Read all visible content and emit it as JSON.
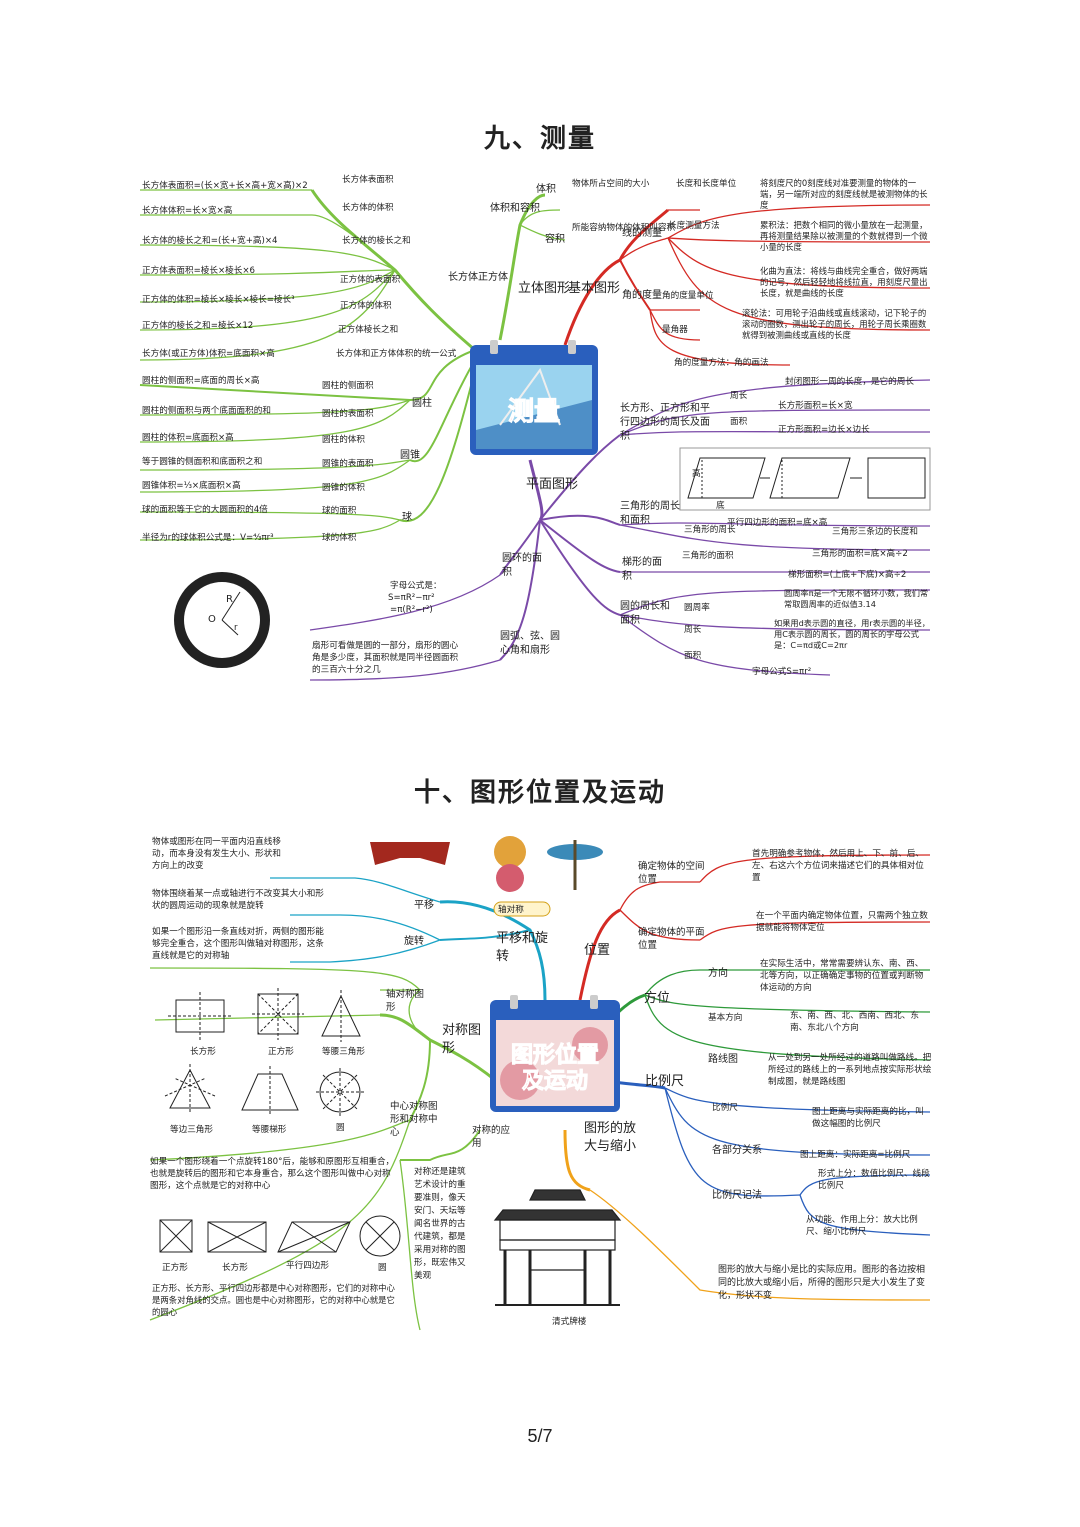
{
  "section1": {
    "title": "九、测量",
    "center": "测量",
    "branches": {
      "solid": "立体图形",
      "basic": "基本图形",
      "plane": "平面图形"
    },
    "solid": {
      "volume_capacity": "体积和容积",
      "volume": "体积",
      "volume_def": "物体所占空间的大小",
      "capacity": "容积",
      "capacity_def": "所能容纳物体的体积叫容积",
      "cuboid_cube": "长方体正方体",
      "cuboid_rows": [
        {
          "formula": "长方体表面积=(长×宽+长×高+宽×高)×2",
          "label": "长方体表面积"
        },
        {
          "formula": "长方体体积=长×宽×高",
          "label": "长方体的体积"
        },
        {
          "formula": "长方体的棱长之和=(长+宽+高)×4",
          "label": "长方体的棱长之和"
        },
        {
          "formula": "正方体表面积=棱长×棱长×6",
          "label": "正方体的表面积"
        },
        {
          "formula": "正方体的体积=棱长×棱长×棱长=棱长³",
          "label": "正方体的体积"
        },
        {
          "formula": "正方体的棱长之和=棱长×12",
          "label": "正方体棱长之和"
        },
        {
          "formula": "长方体(或正方体)体积=底面积×高",
          "label": "长方体和正方体体积的统一公式"
        }
      ],
      "cylinder": "圆柱",
      "cylinder_rows": [
        {
          "formula": "圆柱的侧面积=底面的周长×高",
          "label": "圆柱的侧面积"
        },
        {
          "formula": "圆柱的侧面积与两个底面面积的和",
          "label": "圆柱的表面积"
        },
        {
          "formula": "圆柱的体积=底面积×高",
          "label": "圆柱的体积"
        }
      ],
      "cone": "圆锥",
      "cone_rows": [
        {
          "formula": "等于圆锥的侧面积和底面积之和",
          "label": "圆锥的表面积"
        },
        {
          "formula": "圆锥体积=⅓×底面积×高",
          "label": "圆锥的体积"
        }
      ],
      "sphere": "球",
      "sphere_rows": [
        {
          "formula": "球的面积等于它的大圆面积的4倍",
          "label": "球的面积"
        },
        {
          "formula": "半径为r的球体积公式是：V=⁴⁄₃πr³",
          "label": "球的体积"
        }
      ]
    },
    "basic": {
      "line_measure": "线的测量",
      "length_unit": "长度和长度单位",
      "length_method": "长度测量方法",
      "methods": [
        "将刻度尺的0刻度线对准要测量的物体的一端，另一端所对应的刻度线就是被测物体的长度",
        "累积法：把数个相同的微小量放在一起测量，再将测量结果除以被测量的个数就得到一个微小量的长度",
        "化曲为直法：将线与曲线完全重合，做好两端的记号，然后轻轻地将线拉直，用刻度尺量出长度，就是曲线的长度",
        "滚轮法：可用轮子沿曲线或直线滚动，记下轮子的滚动的圈数，测出轮子的周长，用轮子周长乘圈数就得到被测曲线或直线的长度"
      ],
      "angle_measure": "角的度量",
      "angle_unit": "角的度量单位",
      "protractor": "量角器",
      "angle_method": "角的度量方法：角的画法"
    },
    "plane": {
      "rect_group": "长方形、正方形和平行四边形的周长及面积",
      "perimeter": "周长",
      "perimeter_def": "封闭图形一周的长度，是它的周长",
      "area": "面积",
      "rect_area": "长方形面积=长×宽",
      "square_area": "正方形面积=边长×边长",
      "para_labels": [
        "高",
        "底"
      ],
      "para_area": "平行四边形的面积=底×高",
      "triangle": "三角形的周长和面积",
      "tri_perimeter": "三角形的周长",
      "tri_perimeter_def": "三角形三条边的长度和",
      "tri_area": "三角形的面积",
      "tri_area_def": "三角形的面积=底×高÷2",
      "trapezoid": "梯形的面积",
      "trapezoid_def": "梯形面积=(上底+下底)×高÷2",
      "circle": "圆的周长和面积",
      "pi": "圆周率",
      "pi_def": "圆周率π是一个无限不循环小数，我们常常取圆周率的近似值3.14",
      "circ_perimeter": "周长",
      "circ_perimeter_def": "如果用d表示圆的直径，用r表示圆的半径，用C表示圆的周长，圆的周长的字母公式是：C=πd或C=2πr",
      "circ_area": "面积",
      "circ_area_def": "字母公式S=πr²",
      "ring": "圆环的面积",
      "ring_formula_1": "字母公式是：",
      "ring_formula_2": "S=πR²−πr²",
      "ring_formula_3": "=π(R²−r²)",
      "ring_labels": [
        "O",
        "R",
        "r"
      ],
      "sector": "圆弧、弦、圆心角和扇形",
      "sector_def": "扇形可看做是圆的一部分，扇形的圆心角是多少度，其面积就是同半径圆面积的三百六十分之几"
    }
  },
  "section2": {
    "title": "十、图形位置及运动",
    "center_line1": "图形位置",
    "center_line2": "及运动",
    "branches": {
      "translate_rotate": "平移和旋转",
      "position": "位置",
      "symmetry": "对称图形",
      "scale": "比例尺",
      "enlarge": "图形的放大与缩小"
    },
    "translate": "平移",
    "translate_def": "物体或图形在同一平面内沿直线移动，而本身没有发生大小、形状和方向上的改变",
    "rotate": "旋转",
    "rotate_def": "物体围绕着某一点或轴进行不改变其大小和形状的圆周运动的现象就是旋转",
    "axis_sym": "轴对称图形",
    "axis_sym_def": "如果一个图形沿一条直线对折，两侧的图形能够完全重合，这个图形叫做轴对称图形，这条直线就是它的对称轴",
    "shapes1": [
      "长方形",
      "正方形",
      "等腰三角形",
      "等边三角形",
      "等腰梯形",
      "圆"
    ],
    "central_sym": "中心对称图形和对称中心",
    "central_sym_def": "如果一个图形绕着一个点旋转180°后，能够和原图形互相重合，也就是旋转后的图形和它本身重合，那么这个图形叫做中心对称图形，这个点就是它的对称中心",
    "shapes2": [
      "正方形",
      "长方形",
      "平行四边形",
      "圆"
    ],
    "central_sym_note": "正方形、长方形、平行四边形都是中心对称图形，它们的对称中心是两条对角线的交点。圆也是中心对称图形，它的对称中心就是它的圆心",
    "sym_app": "对称的应用",
    "sym_app_def": "对称还是建筑艺术设计的重要准则，像天安门、天坛等闻名世界的古代建筑，都是采用对称的图形，既宏伟又美观",
    "pailou": "清式牌楼",
    "axis_badge": "轴对称",
    "pos_space": "确定物体的空间位置",
    "pos_space_def": "首先明确参考物体，然后用上、下、前、后、左、右这六个方位词来描述它们的具体相对位置",
    "pos_plane": "确定物体的平面位置",
    "pos_plane_def": "在一个平面内确定物体位置，只需两个独立数据就能将物体定位",
    "direction_group": "方位",
    "direction": "方向",
    "direction_def": "在实际生活中，常常需要辨认东、南、西、北等方向，以正确确定事物的位置或判断物体运动的方向",
    "basic_dir": "基本方向",
    "basic_dir_def": "东、南、西、北、西南、西北、东南、东北八个方向",
    "route": "路线图",
    "route_def": "从一处到另一处所经过的道路叫做路线。把所经过的路线上的一系列地点按实际形状绘制成图，就是路线图",
    "scale_item": "比例尺",
    "scale_def": "图上距离与实际距离的比，叫做这幅图的比例尺",
    "relation": "各部分关系",
    "relation_def": "图上距离：实际距离=比例尺",
    "notation": "比例尺记法",
    "notation_1": "形式上分：数值比例尺、线段比例尺",
    "notation_2": "从功能、作用上分：放大比例尺、缩小比例尺",
    "enlarge_def": "图形的放大与缩小是比的实际应用。图形的各边按相同的比放大或缩小后，所得的图形只是大小发生了变化，形状不变"
  },
  "page_number": "5/7",
  "colors": {
    "green": "#7cc242",
    "red": "#d42a24",
    "purple": "#7a4aa8",
    "teal": "#1ba3c6",
    "orange": "#f0a21a",
    "blue": "#2a5fbd",
    "dark_green": "#2e9a3a"
  }
}
